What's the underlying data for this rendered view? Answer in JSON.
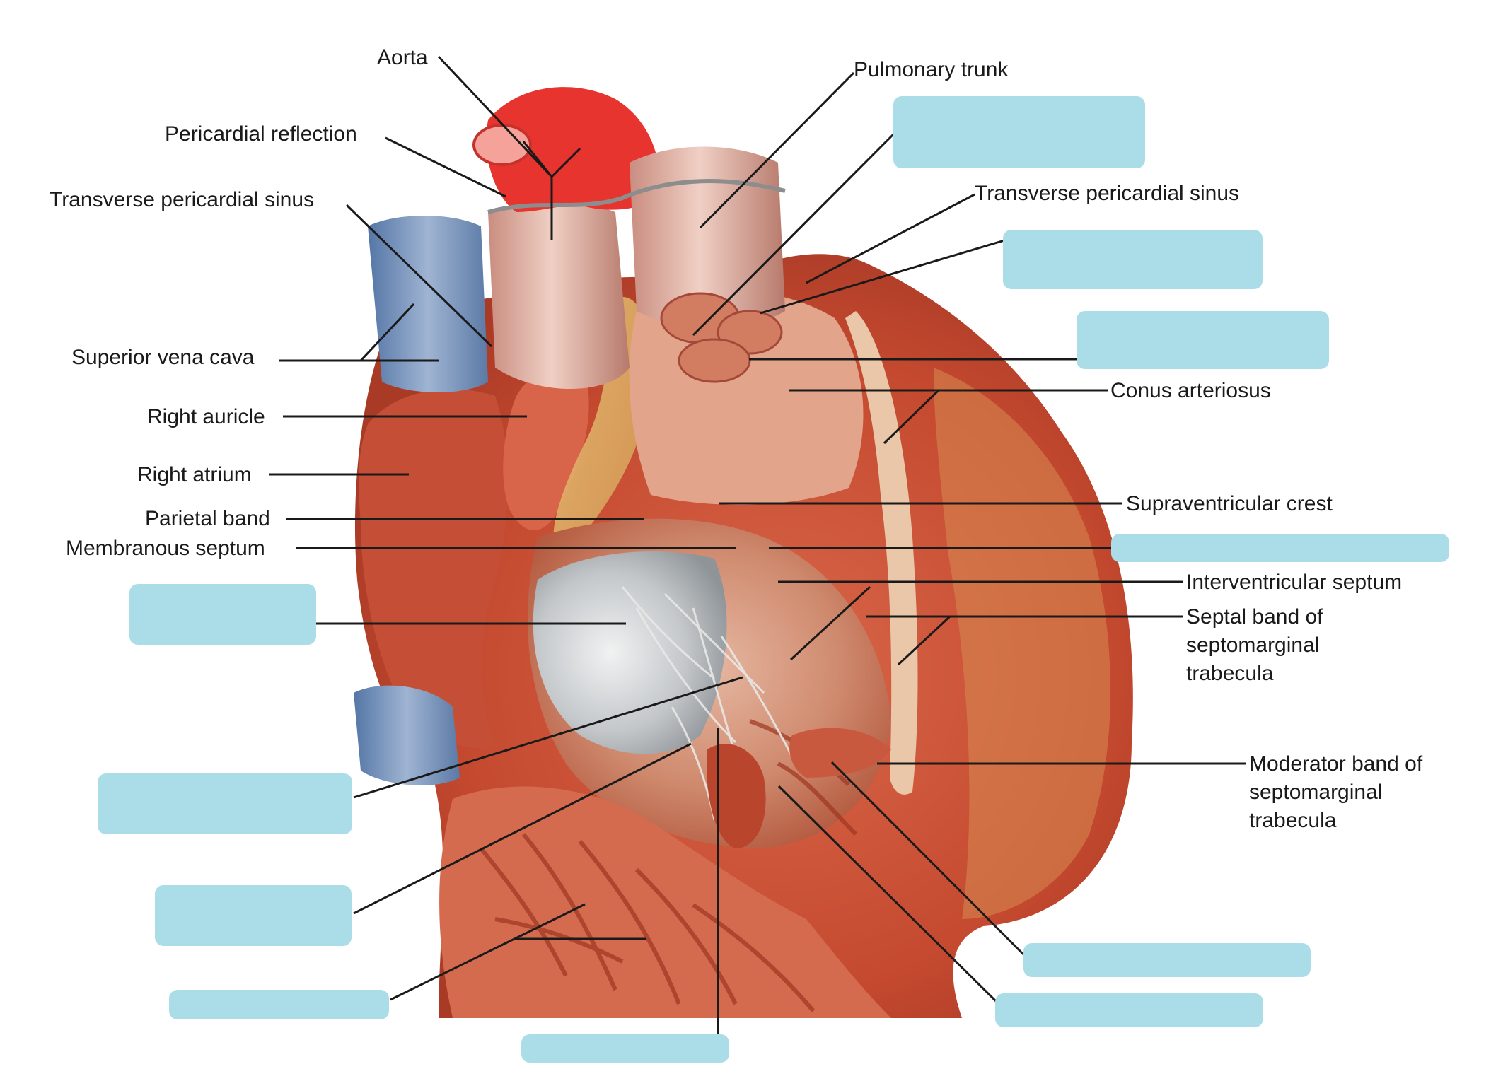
{
  "diagram": {
    "labels": {
      "aorta": "Aorta",
      "pericardial_reflection": "Pericardial reflection",
      "transverse_sinus_left": "Transverse pericardial sinus",
      "superior_vena_cava": "Superior vena cava",
      "right_auricle": "Right auricle",
      "right_atrium": "Right atrium",
      "parietal_band": "Parietal band",
      "membranous_septum": "Membranous septum",
      "pulmonary_trunk": "Pulmonary trunk",
      "transverse_sinus_right": "Transverse pericardial sinus",
      "conus_arteriosus": "Conus arteriosus",
      "supraventricular_crest": "Supraventricular crest",
      "interventricular_septum": "Interventricular septum",
      "septal_band": [
        "Septal band of",
        "septomarginal",
        "trabecula"
      ],
      "moderator_band": [
        "Moderator band of",
        "septomarginal",
        "trabecula"
      ]
    },
    "colors": {
      "answer_box": "#abdde8",
      "leader_line": "#1a1a1a",
      "myocardium": "#c9543a",
      "aorta_red": "#e8342f",
      "vena_cava_blue": "#6f8fb8",
      "valve_grey": "#c8cdd2"
    }
  }
}
